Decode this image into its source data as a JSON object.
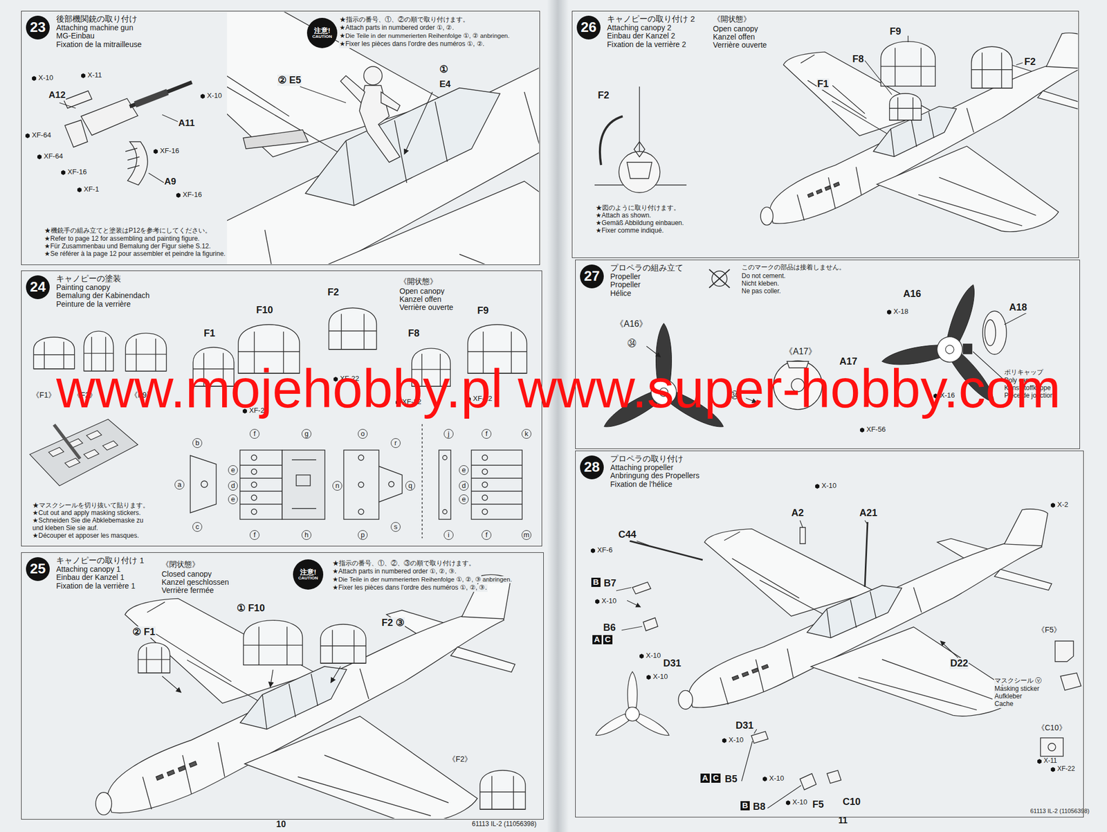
{
  "diagram": {
    "nodes": [
      {
        "text": [
          "後部機関銃の取り付け",
          "Attaching machine gun",
          "MG-Einbau",
          "Fixation de la mitrailleuse"
        ]
      },
      {
        "text": [
          "23"
        ],
        "in": 0
      },
      {
        "text": [
          "注意!",
          "CAUTION"
        ],
        "in": 0
      },
      {
        "text": [
          "キャノピーの塗装",
          "Painting canopy",
          "Bemalung der Kabinendach",
          "Peinture de la verrière"
        ]
      },
      {
        "text": [
          "24"
        ],
        "in": 3
      },
      {
        "text": [
          "キャノピーの取り付け 1",
          "Attaching canopy 1",
          "Einbau der Kanzel 1",
          "Fixation de la verrière 1"
        ]
      },
      {
        "text": [
          "25"
        ],
        "in": 5
      },
      {
        "text": [
          "注意!",
          "CAUTION"
        ],
        "in": 5
      },
      {
        "text": [
          "キャノピーの取り付け 2",
          "Attaching canopy 2",
          "Einbau der Kanzel 2",
          "Fixation de la verrière 2"
        ]
      },
      {
        "text": [
          "26"
        ],
        "in": 8
      },
      {
        "text": [
          "プロペラの組み立て",
          "Propeller",
          "Propeller",
          "Hélice"
        ]
      },
      {
        "text": [
          "27"
        ],
        "in": 10
      },
      {
        "text": [
          "プロペラの取り付け",
          "Attaching propeller",
          "Anbringung des Propellers",
          "Fixation de l'hélice"
        ]
      },
      {
        "text": [
          "28"
        ],
        "in": 12
      }
    ],
    "labels": [
      "★指示の番号、①、②の順で取り付けます。",
      "★Attach parts in numbered order ①, ②.",
      "★Die Teile in der nummerierten Reihenfolge ①, ② anbringen.",
      "★Fixer les pièces dans l'ordre des numéros ①, ②.",
      "X-10",
      "X-11",
      "A12",
      "X-10",
      "A11",
      "XF-64",
      "XF-64",
      "XF-16",
      "XF-16",
      "XF-1",
      "A9",
      "XF-16",
      "② E5",
      "①",
      "E4",
      "★機銃手の組み立てと塗装はP12を参考にしてください。",
      "★Refer to page 12 for assembling and painting figure.",
      "★Für Zusammenbau und Bemalung der Figur siehe S.12.",
      "★Se référer à la page 12 pour assembler et peindre la figurine.",
      "《開状態》",
      "Open canopy",
      "Kanzel offen",
      "Verrière ouverte",
      "F2",
      "F10",
      "F1",
      "F8",
      "F9",
      "XF-22",
      "XF-22",
      "XF-22",
      "XF-22",
      "《F1》",
      "《F2》",
      "《F9》",
      "b",
      "a",
      "c",
      "f",
      "e",
      "d",
      "e",
      "f",
      "g",
      "h",
      "o",
      "r",
      "n",
      "q",
      "p",
      "s",
      "j",
      "i",
      "f",
      "k",
      "e",
      "d",
      "e",
      "f",
      "m",
      "★マスクシールを切り抜いて貼ります。",
      "★Cut out and apply masking stickers.",
      "★Schneiden Sie die Abklebemaske zu",
      "und kleben Sie sie auf.",
      "★Découper et apposer les masques.",
      "《閉状態》",
      "Closed canopy",
      "Kanzel geschlossen",
      "Verrière fermée",
      "★指示の番号、①、②、③の順で取り付けます。",
      "★Attach parts in numbered order ①, ②, ③.",
      "★Die Teile in der nummerierten Reihenfolge ①, ②, ③ anbringen.",
      "★Fixer les pièces dans l'ordre des numéros ①, ②, ③.",
      "① F10",
      "② F1",
      "F2 ③",
      "《F2》",
      "《開状態》",
      "Open canopy",
      "Kanzel offen",
      "Verrière ouverte",
      "F9",
      "F2",
      "F8",
      "F1",
      "F2",
      "★図のように取り付けます。",
      "★Attach as shown.",
      "★Gemäß Abbildung einbauen.",
      "★Fixer comme indiqué.",
      "このマークの部品は接着しません。",
      "Do not cement.",
      "Nicht kleben.",
      "Ne pas coller.",
      "《A16》",
      "㉞",
      "㉞",
      "《A17》",
      "A17",
      "A16",
      "X-18",
      "A18",
      "ポリキャップ",
      "Poly cap",
      "Kunststoffkappe",
      "Pièce de jonction",
      "X-16",
      "XF-56",
      "X-10",
      "A2",
      "A21",
      "X-2",
      "C44",
      "XF-6",
      "B",
      "B7",
      "X-10",
      "B6",
      "A",
      "C",
      "X-10",
      "D31",
      "X-10",
      "D31",
      "X-10",
      "A",
      "C",
      "B5",
      "X-10",
      "B",
      "B8",
      "X-10",
      "F5",
      "C10",
      "D22",
      "《F5》",
      "マスクシール ⓥ",
      "Masking sticker",
      "Aufkleber",
      "Cache",
      "《C10》",
      "X-11",
      "XF-22",
      "10",
      "61113 IL-2 (11056398)",
      "11",
      "61113 IL-2 (11056398)",
      "www.mojehobby.pl www.super-hobby.com"
    ]
  }
}
